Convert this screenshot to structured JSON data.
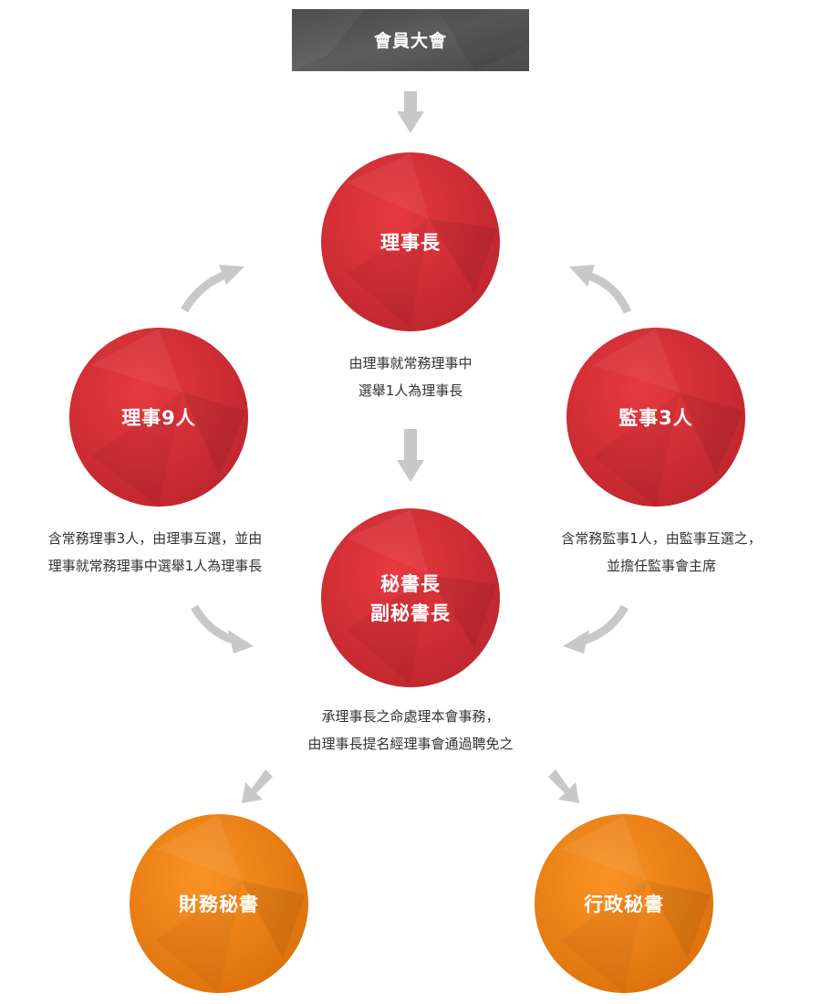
{
  "colors": {
    "top_box": "#555555",
    "red": "#d8303a",
    "red_dark": "#b8232b",
    "orange": "#f28a1c",
    "orange_dark": "#d86e0a",
    "arrow": "#c8c8c8",
    "caption_text": "#333333"
  },
  "top_box": {
    "label": "會員大會"
  },
  "nodes": {
    "chairman": {
      "label": "理事長"
    },
    "directors": {
      "label": "理事9人"
    },
    "supervisors": {
      "label": "監事3人"
    },
    "secretary": {
      "line1": "秘書長",
      "line2": "副秘書長"
    },
    "finance": {
      "label": "財務秘書"
    },
    "admin": {
      "label": "行政秘書"
    }
  },
  "captions": {
    "chairman": {
      "line1": "由理事就常務理事中",
      "line2": "選舉1人為理事長"
    },
    "directors": {
      "line1": "含常務理事3人，由理事互選，並由",
      "line2": "理事就常務理事中選舉1人為理事長"
    },
    "supervisors": {
      "line1": "含常務監事1人，由監事互選之，",
      "line2": "並擔任監事會主席"
    },
    "secretary": {
      "line1": "承理事長之命處理本會事務，",
      "line2": "由理事長提名經理事會通過聘免之"
    }
  }
}
